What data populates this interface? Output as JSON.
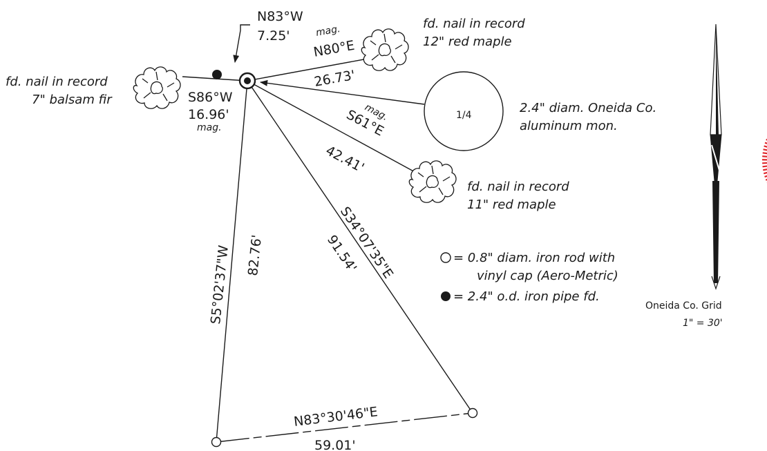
{
  "courses": {
    "n83w_bearing": "N83°W",
    "n83w_dist": "7.25'",
    "n80e_mag": "mag.",
    "n80e_bearing": "N80°E",
    "n80e_dist": "26.73'",
    "s86w_bearing": "S86°W",
    "s86w_dist": "16.96'",
    "s86w_mag": "mag.",
    "s61e_mag": "mag.",
    "s61e_bearing": "S61°E",
    "s61e_dist": "42.41'",
    "s5_bearing": "S5°02'37\"W",
    "s5_dist": "82.76'",
    "s34_bearing": "S34°07'35\"E",
    "s34_dist": "91.54'",
    "n83_30_bearing": "N83°30'46\"E",
    "n83_30_dist": "59.01'"
  },
  "witnesses": {
    "maple12_line1": "fd. nail in record",
    "maple12_line2": "12\" red maple",
    "fir_line1": "fd. nail in record",
    "fir_line2": "7\" balsam fir",
    "maple11_line1": "fd. nail in record",
    "maple11_line2": "11\" red maple",
    "mon_line1": "2.4\" diam. Oneida Co.",
    "mon_line2": "aluminum mon.",
    "mon_label": "1/4"
  },
  "legend": {
    "open_line1": "= 0.8\" diam. iron rod with",
    "open_line2": "vinyl cap (Aero-Metric)",
    "filled_line1": "= 2.4\" o.d. iron pipe fd."
  },
  "north": {
    "grid_label": "Oneida Co. Grid",
    "scale": "1\" = 30'"
  },
  "colors": {
    "ink": "#1a1a1a",
    "compass_red": "#e0262b"
  }
}
